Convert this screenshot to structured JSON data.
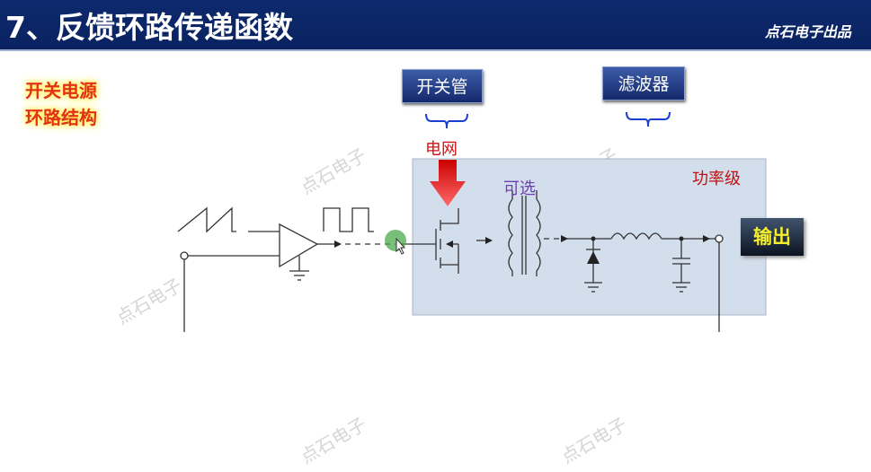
{
  "header": {
    "title": "7、反馈环路传递函数",
    "brand": "点石电子出品"
  },
  "side_label": {
    "line1": "开关电源",
    "line2": "环路结构"
  },
  "buttons": {
    "switch": "开关管",
    "filter": "滤波器",
    "output": "输出"
  },
  "labels": {
    "grid": "电网",
    "optional": "可选",
    "power_stage": "功率级"
  },
  "watermark": "点石电子",
  "colors": {
    "header": "#0d2a6e",
    "box": "#d3deec",
    "red": "#d01010",
    "purple": "#6a3fb0"
  }
}
